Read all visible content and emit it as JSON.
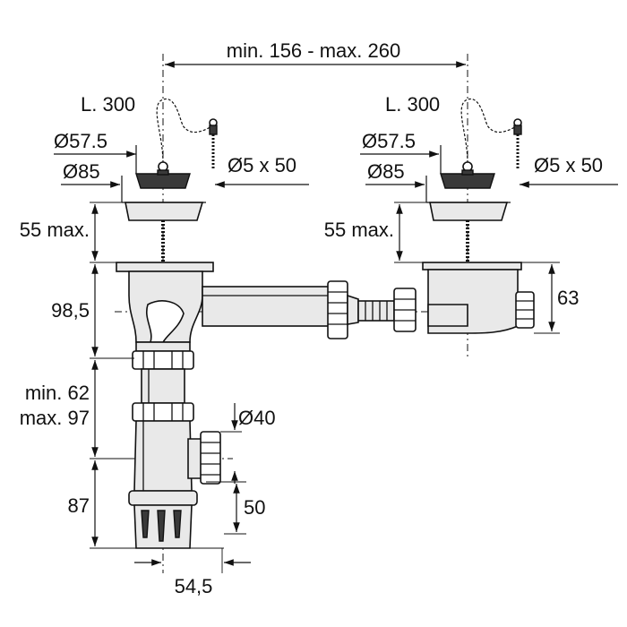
{
  "labels": {
    "span": "min. 156 - max. 260",
    "chain_left": "L. 300",
    "chain_right": "L. 300",
    "strainer_inner_left": "Ø57.5",
    "strainer_inner_right": "Ø57.5",
    "strainer_outer_left": "Ø85",
    "strainer_outer_right": "Ø85",
    "overflow_left": "Ø5 x 50",
    "overflow_right": "Ø5 x 50",
    "depth_left": "55 max.",
    "depth_right": "55 max.",
    "body_height": "98,5",
    "connector_height": "63",
    "adjust_min": "min. 62",
    "adjust_max": "max. 97",
    "outlet_diameter": "Ø40",
    "trap_height": "87",
    "outlet_height": "50",
    "offset_width": "54,5"
  }
}
